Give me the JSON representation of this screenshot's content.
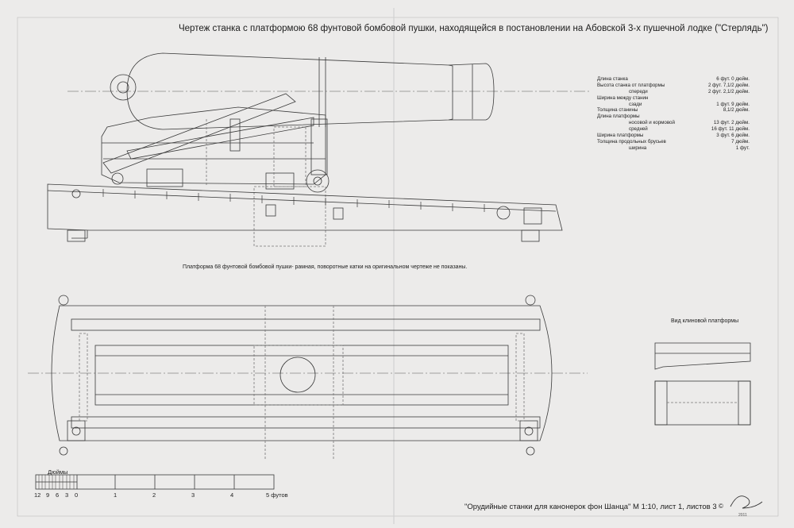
{
  "title": "Чертеж станка с платформою 68 фунтовой бомбовой пушки, находящейся в постановлении на Абовской 3-х пушечной лодке (\"Стерлядь\")",
  "platform_caption": "Платформа 68 фунтовой бомбовой пушки- рамная, поворотные катки на оригинальном чертеже не показаны.",
  "wedge_platform_title": "Вид клиновой платформы",
  "footer": "\"Орудийные станки для канонерок фон Шанца\" М 1:10, лист 1, листов 3",
  "copyright": "©",
  "signature_year": "2011",
  "dimensions": [
    {
      "label": "Длина станка",
      "value": "6 фут.  0 дюйм."
    },
    {
      "label": "Высота станка от платформы",
      "value": "2 фут.  7,1/2  дюйм."
    },
    {
      "label": "спереди",
      "value": "2 фут.  2,1/2 дюйм.",
      "indent": true
    },
    {
      "label": "Ширина между станин",
      "value": ""
    },
    {
      "label": "сзади",
      "value": "1 фут. 9 дюйм.",
      "indent": true
    },
    {
      "label": "Толщина станины",
      "value": "8,1/2 дюйм."
    },
    {
      "label": "Длина платформы",
      "value": ""
    },
    {
      "label": "носовой и кормовой",
      "value": "13 фут. 2 дюйм.",
      "indent": true
    },
    {
      "label": "средней",
      "value": "16 фут. 11 дюйм.",
      "indent": true
    },
    {
      "label": "Ширина платформы",
      "value": "3 фут. 6 дюйм."
    },
    {
      "label": "Толщина продольных брусьев",
      "value": "7 дюйм."
    },
    {
      "label": "ширина",
      "value": "1 фут.",
      "indent": true
    }
  ],
  "scale": {
    "title": "Дюймы",
    "labels": [
      "12",
      "9",
      "6",
      "3",
      "0",
      "1",
      "2",
      "3",
      "4",
      "5 футов"
    ]
  }
}
